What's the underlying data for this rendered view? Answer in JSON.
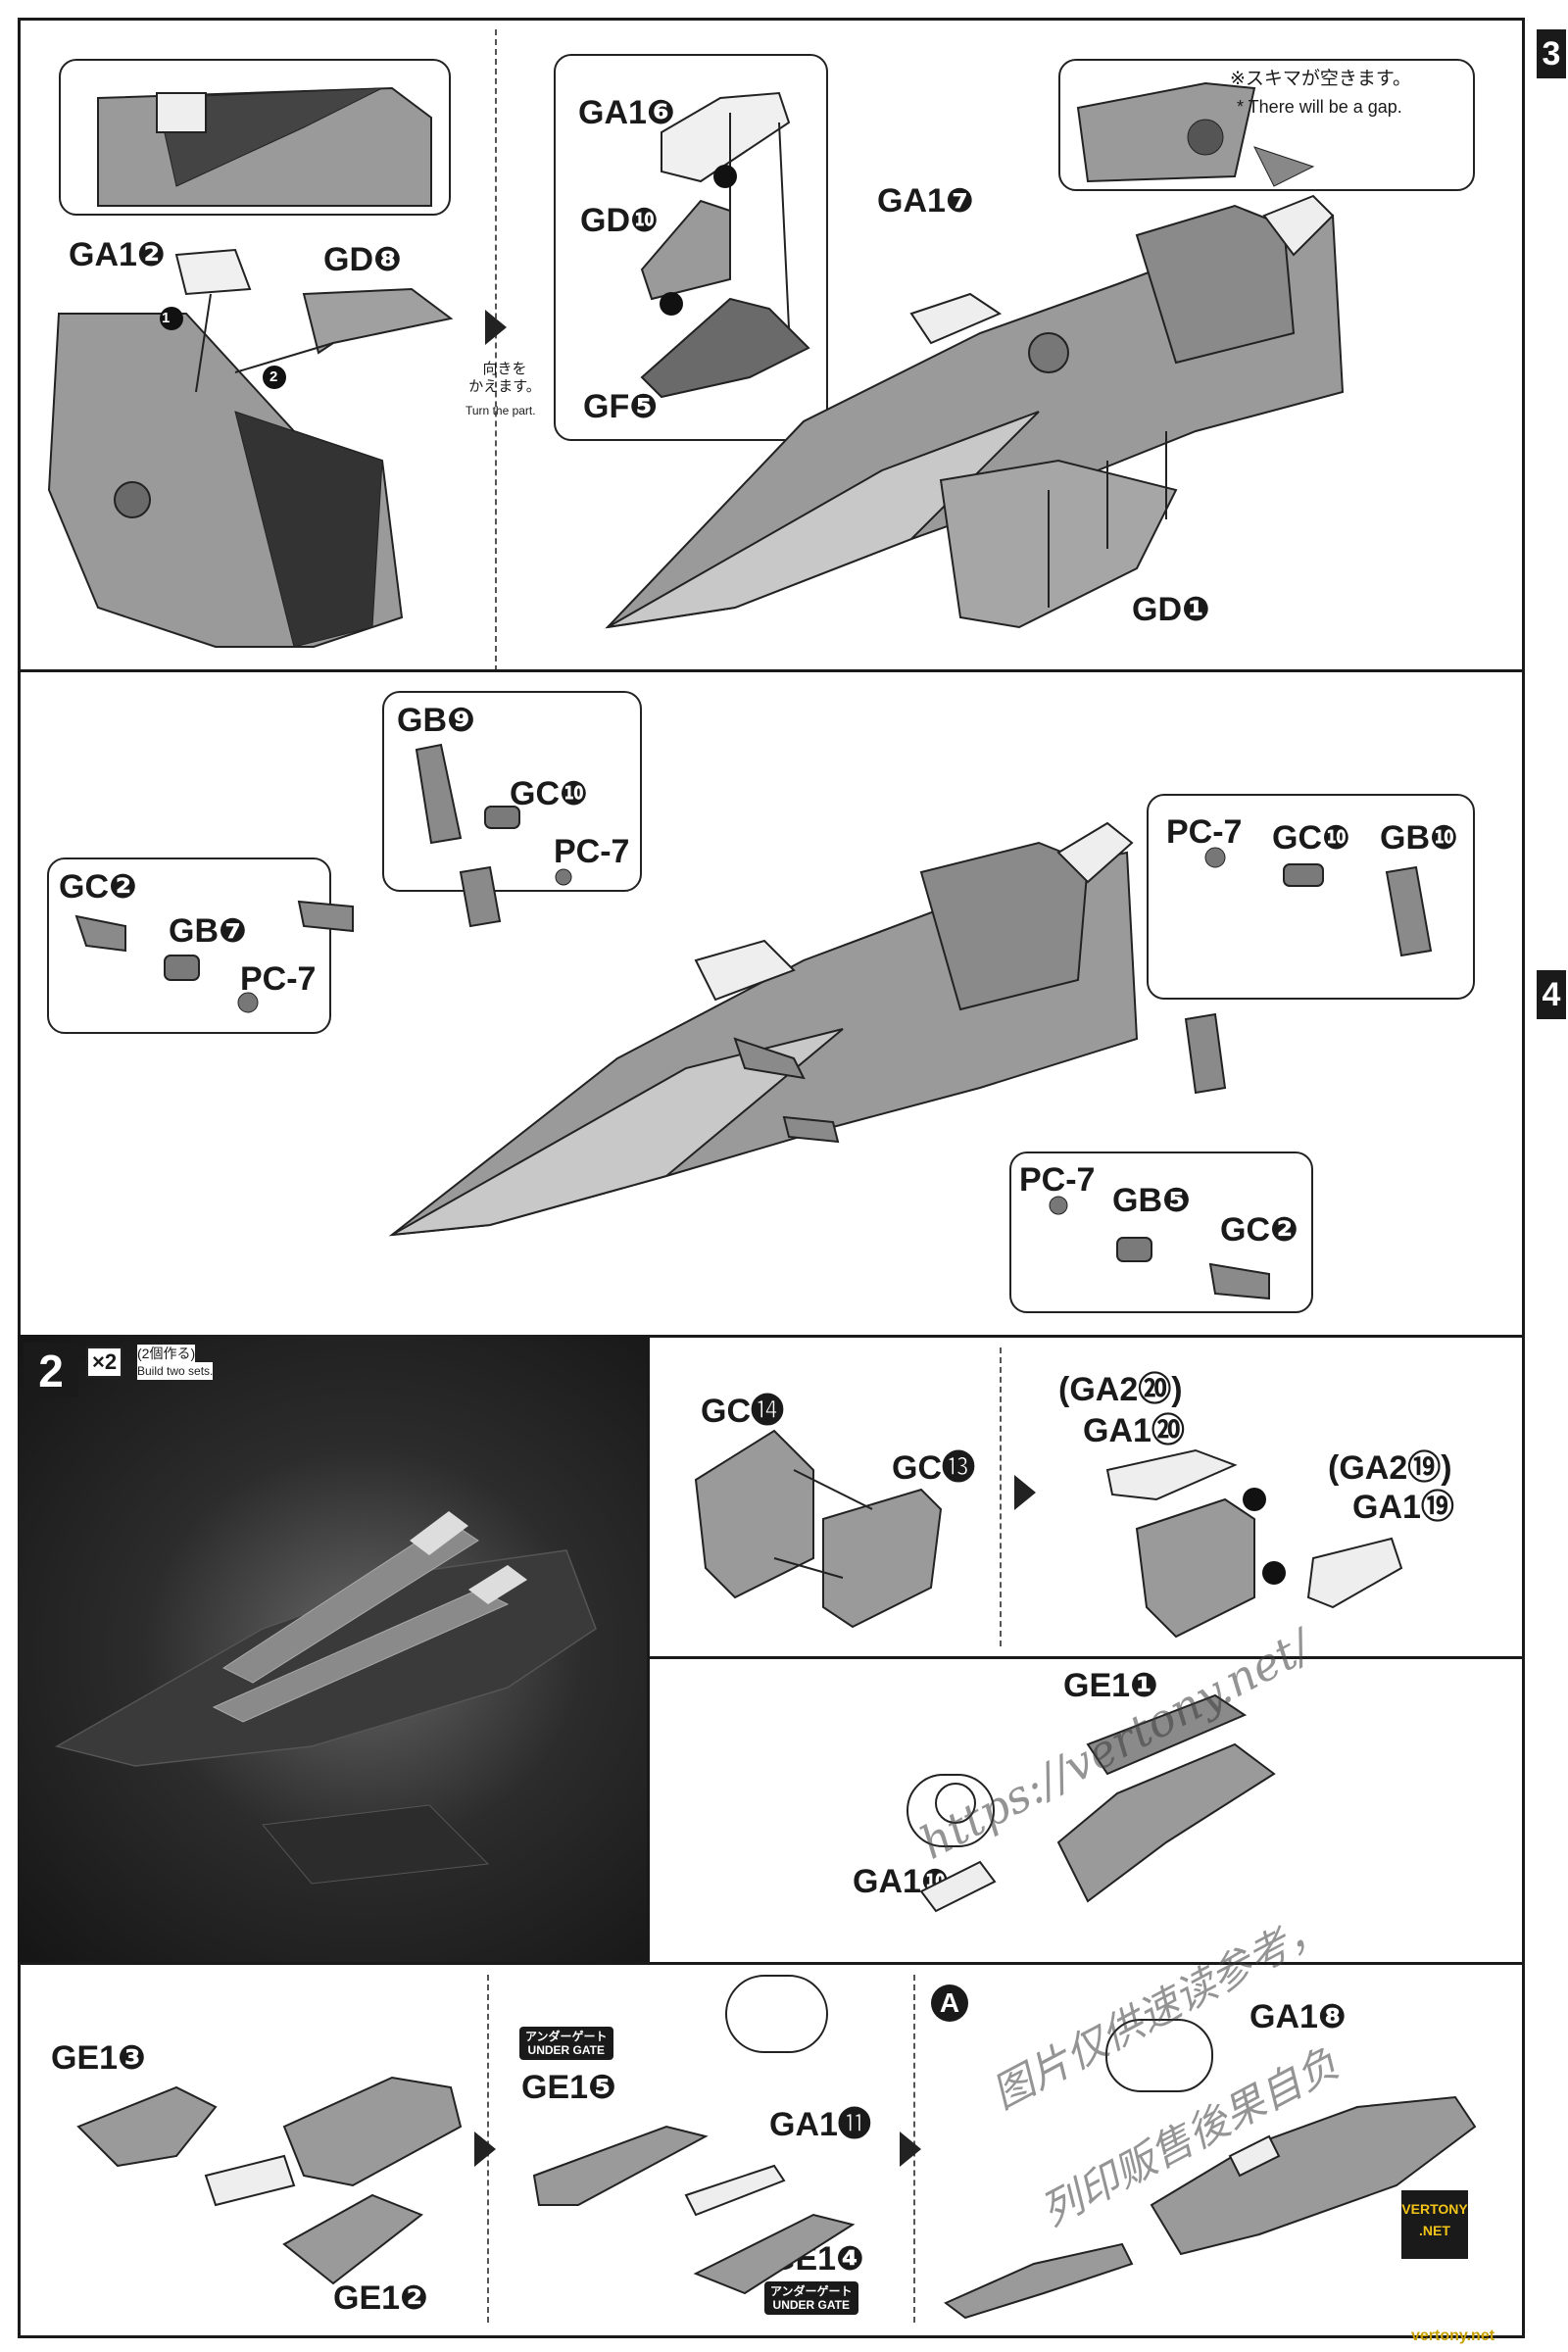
{
  "step_one": {
    "top_left": {
      "labels": {
        "ga1_2": "GA1❷",
        "gd_8": "GD❽"
      }
    },
    "turn_note": {
      "ja": "向きを\nかえます。",
      "en": "Turn the part."
    },
    "top_middle": {
      "labels": {
        "ga1_6": "GA1❻",
        "gd_10": "GD❿",
        "gf_5": "GF❺",
        "ga1_7": "GA1❼",
        "gd_1": "GD❶"
      }
    },
    "gap_note": {
      "ja": "※スキマが空きます。",
      "en": "* There will be a gap."
    },
    "mid_section": {
      "labels": {
        "gb_9": "GB❾",
        "gc_10_a": "GC❿",
        "pc7_a": "PC-7",
        "gc_2_a": "GC❷",
        "gb_7": "GB❼",
        "pc7_b": "PC-7",
        "pc7_c": "PC-7",
        "gc_10_b": "GC❿",
        "gb_10": "GB❿",
        "pc7_d": "PC-7",
        "gb_5": "GB❺",
        "gc_2_b": "GC❷"
      }
    }
  },
  "step_two": {
    "number": "2",
    "multiplier": "×2",
    "multiplier_ja": "(2個作る)",
    "multiplier_en": "Build two sets.",
    "labels": {
      "gc_14": "GC⓮",
      "gc_13": "GC⓭",
      "ga2_20": "(GA2⑳)",
      "ga1_20": "GA1⑳",
      "ga2_19": "(GA2⑲)",
      "ga1_19": "GA1⑲",
      "ge1_1": "GE1❶",
      "ga1_10": "GA1❿",
      "ge1_3": "GE1❸",
      "ge1_2": "GE1❷",
      "ge1_5": "GE1❺",
      "ga1_11": "GA1⓫",
      "ge1_4": "GE1❹",
      "ga1_8": "GA1❽",
      "a_badge": "A"
    },
    "under_gate_ja": "アンダーゲート",
    "under_gate_en": "UNDER GATE"
  },
  "watermark": {
    "url": "https://vertony.net/",
    "line1": "图片仅供速读参考，",
    "line2": "列印贩售後果自负",
    "logo": "VERTONY .NET",
    "footer": "vertony.net"
  },
  "colors": {
    "ink": "#1a1a1a",
    "part_fill": "#9a9a9a",
    "part_light": "#e6e6e6",
    "bg": "#ffffff"
  }
}
